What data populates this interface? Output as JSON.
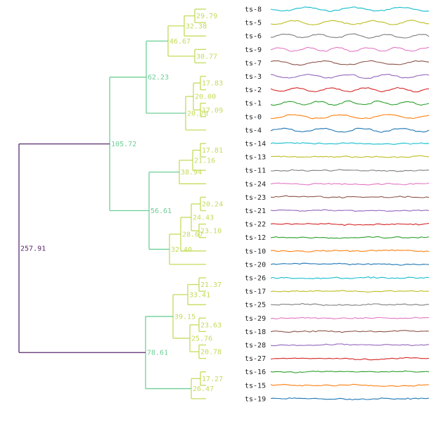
{
  "chart_data": {
    "type": "dendrogram",
    "orientation": "horizontal",
    "colors": {
      "root": "#5b2a6e",
      "mid": "#6fcf97",
      "leafgroup": "#c4dc5a",
      "labels": "#222222"
    },
    "merges": [
      {
        "id": "m_a1",
        "value": 29.79
      },
      {
        "id": "m_a2",
        "value": 32.38
      },
      {
        "id": "m_a3",
        "value": 30.77
      },
      {
        "id": "m_a4",
        "value": 46.67
      },
      {
        "id": "m_b1",
        "value": 17.83
      },
      {
        "id": "m_b2",
        "value": 20.0
      },
      {
        "id": "m_b3",
        "value": 17.09
      },
      {
        "id": "m_b4",
        "value": 20.78
      },
      {
        "id": "m_ab",
        "value": 62.23
      },
      {
        "id": "m_c1",
        "value": 17.81
      },
      {
        "id": "m_c2",
        "value": 21.16
      },
      {
        "id": "m_c3",
        "value": 38.94
      },
      {
        "id": "m_d1",
        "value": 20.24
      },
      {
        "id": "m_d2",
        "value": 24.43
      },
      {
        "id": "m_d3",
        "value": 28.67
      },
      {
        "id": "m_d4",
        "value": 23.1
      },
      {
        "id": "m_d5",
        "value": 32.4
      },
      {
        "id": "m_cd",
        "value": 56.61
      },
      {
        "id": "m_top",
        "value": 105.72
      },
      {
        "id": "m_e1",
        "value": 21.37
      },
      {
        "id": "m_e2",
        "value": 33.41
      },
      {
        "id": "m_e3",
        "value": 39.15
      },
      {
        "id": "m_e4",
        "value": 23.63
      },
      {
        "id": "m_e5",
        "value": 25.76
      },
      {
        "id": "m_e6",
        "value": 20.78
      },
      {
        "id": "m_f",
        "value": 78.61
      },
      {
        "id": "m_g1",
        "value": 17.27
      },
      {
        "id": "m_g2",
        "value": 26.47
      },
      {
        "id": "m_root",
        "value": 257.91
      }
    ],
    "leaves": [
      {
        "name": "ts-8",
        "color": "#17becf"
      },
      {
        "name": "ts-5",
        "color": "#bcbd22"
      },
      {
        "name": "ts-6",
        "color": "#7f7f7f"
      },
      {
        "name": "ts-9",
        "color": "#e377c2"
      },
      {
        "name": "ts-7",
        "color": "#8c564b"
      },
      {
        "name": "ts-3",
        "color": "#9467bd"
      },
      {
        "name": "ts-2",
        "color": "#d62728"
      },
      {
        "name": "ts-1",
        "color": "#2ca02c"
      },
      {
        "name": "ts-0",
        "color": "#ff7f0e"
      },
      {
        "name": "ts-4",
        "color": "#1f77b4"
      },
      {
        "name": "ts-14",
        "color": "#17becf"
      },
      {
        "name": "ts-13",
        "color": "#bcbd22"
      },
      {
        "name": "ts-11",
        "color": "#7f7f7f"
      },
      {
        "name": "ts-24",
        "color": "#e377c2"
      },
      {
        "name": "ts-23",
        "color": "#8c564b"
      },
      {
        "name": "ts-21",
        "color": "#9467bd"
      },
      {
        "name": "ts-22",
        "color": "#d62728"
      },
      {
        "name": "ts-12",
        "color": "#2ca02c"
      },
      {
        "name": "ts-10",
        "color": "#ff7f0e"
      },
      {
        "name": "ts-20",
        "color": "#1f77b4"
      },
      {
        "name": "ts-26",
        "color": "#17becf"
      },
      {
        "name": "ts-17",
        "color": "#bcbd22"
      },
      {
        "name": "ts-25",
        "color": "#7f7f7f"
      },
      {
        "name": "ts-29",
        "color": "#e377c2"
      },
      {
        "name": "ts-18",
        "color": "#8c564b"
      },
      {
        "name": "ts-28",
        "color": "#9467bd"
      },
      {
        "name": "ts-27",
        "color": "#d62728"
      },
      {
        "name": "ts-16",
        "color": "#2ca02c"
      },
      {
        "name": "ts-15",
        "color": "#ff7f0e"
      },
      {
        "name": "ts-19",
        "color": "#1f77b4"
      }
    ]
  }
}
